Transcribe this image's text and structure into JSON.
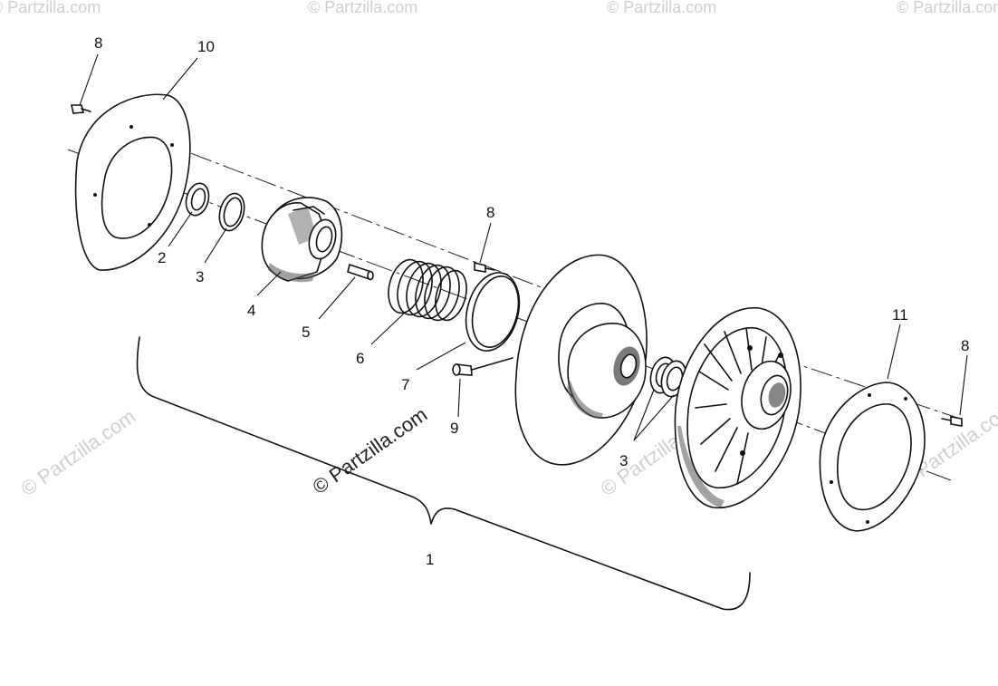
{
  "diagram": {
    "watermark_main": "© Partzilla.com",
    "watermark_faint": "© Partzilla.com",
    "callouts": {
      "bolt_top_left": "8",
      "outer_cover_left": "10",
      "snap_ring": "2",
      "washer_left": "3",
      "cam_helix": "4",
      "pin": "5",
      "spring": "6",
      "retainer_ring": "7",
      "bolt_center": "8",
      "screw": "9",
      "bearings_pair": "3",
      "outer_cover_right": "11",
      "bolt_right": "8",
      "assembly": "1"
    }
  }
}
